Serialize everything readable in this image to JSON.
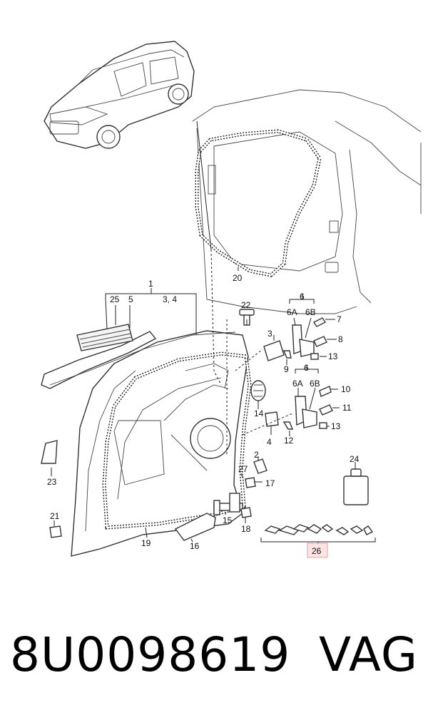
{
  "labels": {
    "l1": "1",
    "l2": "2",
    "l3": "3",
    "l34": "3, 4",
    "l4": "4",
    "l5": "5",
    "l6a": "6",
    "l6b": "6",
    "l6A1": "6A",
    "l6B1": "6B",
    "l6A2": "6A",
    "l6B2": "6B",
    "l7": "7",
    "l8": "8",
    "l9": "9",
    "l10": "10",
    "l11": "11",
    "l12": "12",
    "l13a": "13",
    "l13b": "13",
    "l14": "14",
    "l15": "15",
    "l16": "16",
    "l17": "17",
    "l18": "18",
    "l19": "19",
    "l20": "20",
    "l21": "21",
    "l22": "22",
    "l23": "23",
    "l24": "24",
    "l25": "25",
    "l26": "26",
    "l27": "27"
  },
  "footer": {
    "part_number": "8U0098619",
    "brand": "VAG"
  },
  "colors": {
    "highlight_fill": "#fde4e4",
    "highlight_border": "#e8a0a0",
    "line": "#222222"
  }
}
